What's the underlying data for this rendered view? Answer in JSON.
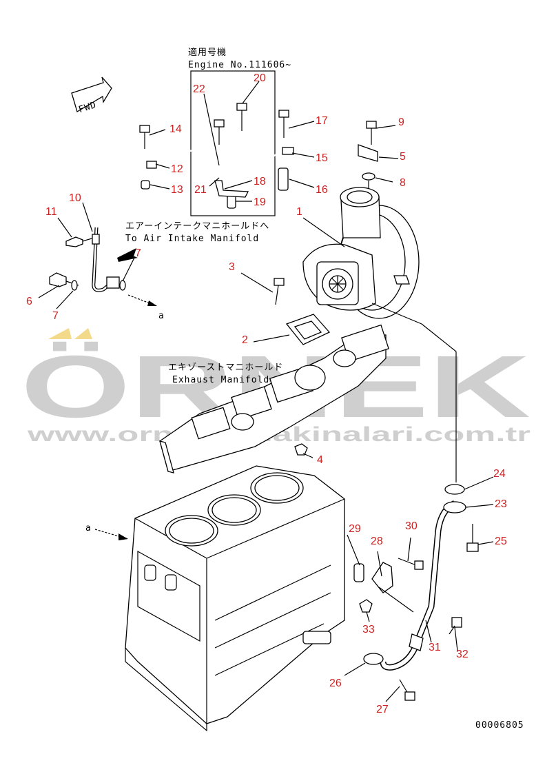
{
  "header": {
    "applicability_jp": "適用号機",
    "engine_no": "Engine No.111606~"
  },
  "fwd_label": "FWD",
  "air_intake_jp": "エアーインテークマニホールドへ",
  "air_intake_en": "To Air Intake Manifold",
  "exhaust_jp": "エキゾーストマニホールド",
  "exhaust_en": "Exhaust Manifold",
  "ref_a_top": "a",
  "ref_a_left": "a",
  "drawing_no": "00006805",
  "watermark": {
    "brand": "ÖRNEK",
    "url": "www.ornekismakinalari.com.tr",
    "accent_color": "#f3d98a"
  },
  "part_labels": [
    "1",
    "2",
    "3",
    "4",
    "5",
    "6",
    "7",
    "7",
    "7",
    "8",
    "9",
    "10",
    "11",
    "12",
    "13",
    "14",
    "15",
    "16",
    "17",
    "18",
    "19",
    "20",
    "21",
    "22",
    "23",
    "24",
    "25",
    "26",
    "27",
    "28",
    "29",
    "30",
    "31",
    "32",
    "33"
  ]
}
